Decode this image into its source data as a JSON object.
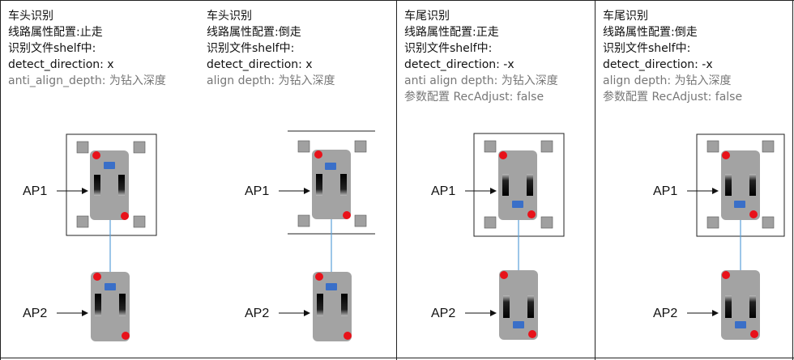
{
  "panels": [
    {
      "lines": [
        "车头识别",
        "线路属性配置:止走",
        "识别文件shelf中:",
        "detect_direction: x",
        "anti_align_depth: 为钻入深度"
      ],
      "ap1": "AP1",
      "ap2": "AP2"
    },
    {
      "lines": [
        "车头识别",
        "线路属性配置:倒走",
        "识别文件shelf中:",
        "detect_direction: x",
        "align depth: 为钻入深度"
      ],
      "ap1": "AP1",
      "ap2": "AP2"
    },
    {
      "lines": [
        "车尾识别",
        "线路属性配置:正走",
        "识别文件shelf中:",
        "detect_direction: -x",
        "anti align depth: 为钻入深度",
        "参数配置 RecAdjust: false"
      ],
      "ap1": "AP1",
      "ap2": "AP2"
    },
    {
      "lines": [
        "车尾识别",
        "线路属性配置:倒走",
        "识别文件shelf中:",
        "detect_direction: -x",
        "align depth: 为钻入深度",
        "参数配置 RecAdjust: false"
      ],
      "ap1": "AP1",
      "ap2": "AP2"
    }
  ],
  "colors": {
    "robot_body": "#a3a3a3",
    "wheel": "#111111",
    "sensor": "#3a6fc8",
    "marker": "#e8121a",
    "shelf_leg": "#a0a0a0",
    "link": "#5aa0d8"
  }
}
